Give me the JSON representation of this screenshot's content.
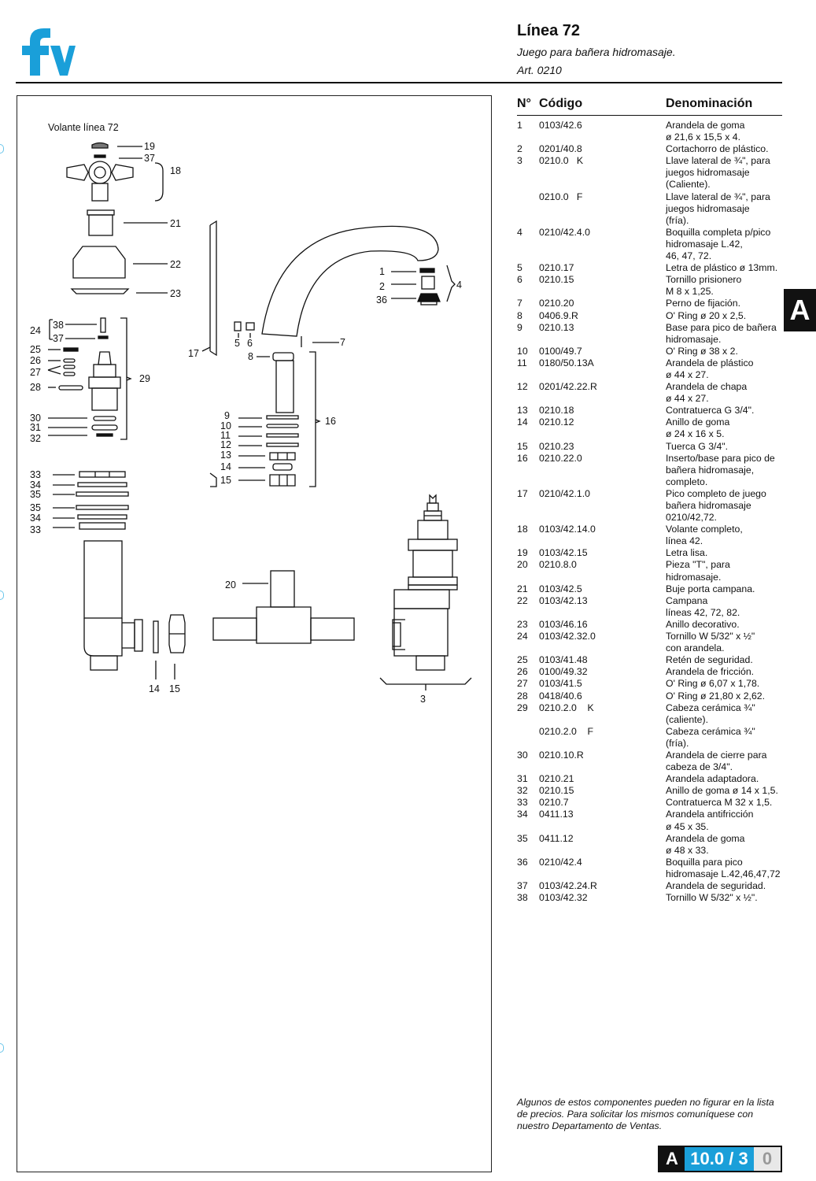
{
  "header": {
    "title": "Línea 72",
    "subtitle": "Juego para bañera hidromasaje.",
    "article": "Art. 0210"
  },
  "brand": {
    "logo_text": "fv",
    "color": "#1a9fd9"
  },
  "diagram": {
    "label": "Volante línea 72",
    "callouts": [
      "19",
      "37",
      "18",
      "21",
      "22",
      "23",
      "24",
      "38",
      "37",
      "25",
      "26",
      "27",
      "28",
      "29",
      "30",
      "31",
      "32",
      "33",
      "34",
      "35",
      "35",
      "34",
      "33",
      "17",
      "5",
      "6",
      "8",
      "1",
      "2",
      "36",
      "4",
      "7",
      "9",
      "10",
      "11",
      "12",
      "13",
      "14",
      "15",
      "16",
      "20",
      "14",
      "15",
      "3"
    ]
  },
  "table": {
    "headers": [
      "N°",
      "Código",
      "Denominación"
    ],
    "rows": [
      {
        "n": "1",
        "code": "0103/42.6",
        "desc": [
          "Arandela de goma",
          "ø 21,6 x 15,5 x 4."
        ]
      },
      {
        "n": "2",
        "code": "0201/40.8",
        "desc": [
          "Cortachorro de plástico."
        ]
      },
      {
        "n": "3",
        "code": "0210.0   K",
        "desc": [
          "Llave lateral de ¾\", para",
          "juegos hidromasaje",
          "(Caliente)."
        ]
      },
      {
        "n": "",
        "code": "0210.0   F",
        "desc": [
          "Llave lateral de ¾\", para",
          "juegos hidromasaje",
          "(fría)."
        ]
      },
      {
        "n": "4",
        "code": "0210/42.4.0",
        "desc": [
          "Boquilla completa p/pico",
          "hidromasaje L.42,",
          "46, 47, 72."
        ]
      },
      {
        "n": "5",
        "code": "0210.17",
        "desc": [
          "Letra de plástico ø 13mm."
        ]
      },
      {
        "n": "6",
        "code": "0210.15",
        "desc": [
          "Tornillo prisionero",
          "M 8 x 1,25."
        ]
      },
      {
        "n": "7",
        "code": "0210.20",
        "desc": [
          "Perno de fijación."
        ]
      },
      {
        "n": "8",
        "code": "0406.9.R",
        "desc": [
          "O' Ring ø 20 x 2,5."
        ]
      },
      {
        "n": "9",
        "code": "0210.13",
        "desc": [
          "Base para pico de bañera",
          "hidromasaje."
        ]
      },
      {
        "n": "10",
        "code": "0100/49.7",
        "desc": [
          "O' Ring ø 38 x 2."
        ]
      },
      {
        "n": "11",
        "code": "0180/50.13A",
        "desc": [
          "Arandela de plástico",
          "ø 44 x 27."
        ]
      },
      {
        "n": "12",
        "code": "0201/42.22.R",
        "desc": [
          "Arandela de chapa",
          "ø 44 x 27."
        ]
      },
      {
        "n": "13",
        "code": "0210.18",
        "desc": [
          "Contratuerca G 3/4\"."
        ]
      },
      {
        "n": "14",
        "code": "0210.12",
        "desc": [
          "Anillo de goma",
          "ø 24 x 16 x 5."
        ]
      },
      {
        "n": "15",
        "code": "0210.23",
        "desc": [
          "Tuerca G 3/4\"."
        ]
      },
      {
        "n": "16",
        "code": "0210.22.0",
        "desc": [
          "Inserto/base para pico de",
          "bañera hidromasaje,",
          "completo."
        ]
      },
      {
        "n": "17",
        "code": "0210/42.1.0",
        "desc": [
          "Pico completo de juego",
          "bañera hidromasaje",
          "0210/42,72."
        ]
      },
      {
        "n": "18",
        "code": "0103/42.14.0",
        "desc": [
          "Volante completo,",
          "línea 42."
        ]
      },
      {
        "n": "19",
        "code": "0103/42.15",
        "desc": [
          "Letra lisa."
        ]
      },
      {
        "n": "20",
        "code": "0210.8.0",
        "desc": [
          "Pieza \"T\", para",
          "hidromasaje."
        ]
      },
      {
        "n": "21",
        "code": "0103/42.5",
        "desc": [
          "Buje porta campana."
        ]
      },
      {
        "n": "22",
        "code": "0103/42.13",
        "desc": [
          "Campana",
          "líneas 42, 72, 82."
        ]
      },
      {
        "n": "23",
        "code": "0103/46.16",
        "desc": [
          "Anillo decorativo."
        ]
      },
      {
        "n": "24",
        "code": "0103/42.32.0",
        "desc": [
          "Tornillo W 5/32\" x ½\"",
          "con arandela."
        ]
      },
      {
        "n": "25",
        "code": "0103/41.48",
        "desc": [
          "Retén de seguridad."
        ]
      },
      {
        "n": "26",
        "code": "0100/49.32",
        "desc": [
          "Arandela de fricción."
        ]
      },
      {
        "n": "27",
        "code": "0103/41.5",
        "desc": [
          "O' Ring ø 6,07 x 1,78."
        ]
      },
      {
        "n": "28",
        "code": "0418/40.6",
        "desc": [
          "O' Ring ø 21,80 x 2,62."
        ]
      },
      {
        "n": "29",
        "code": "0210.2.0    K",
        "desc": [
          "Cabeza cerámica ¾\"",
          "(caliente)."
        ]
      },
      {
        "n": "",
        "code": "0210.2.0    F",
        "desc": [
          "Cabeza cerámica ¾\"",
          "(fría)."
        ]
      },
      {
        "n": "30",
        "code": "0210.10.R",
        "desc": [
          "Arandela de cierre para",
          "cabeza de 3/4\"."
        ]
      },
      {
        "n": "31",
        "code": "0210.21",
        "desc": [
          "Arandela adaptadora."
        ]
      },
      {
        "n": "32",
        "code": "0210.15",
        "desc": [
          "Anillo de goma ø 14 x 1,5."
        ]
      },
      {
        "n": "33",
        "code": "0210.7",
        "desc": [
          "Contratuerca M 32 x 1,5."
        ]
      },
      {
        "n": "34",
        "code": "0411.13",
        "desc": [
          "Arandela antifricción",
          "ø 45 x 35."
        ]
      },
      {
        "n": "35",
        "code": "0411.12",
        "desc": [
          "Arandela de goma",
          "ø 48 x 33."
        ]
      },
      {
        "n": "36",
        "code": "0210/42.4",
        "desc": [
          "Boquilla para pico",
          "hidromasaje L.42,46,47,72"
        ]
      },
      {
        "n": "37",
        "code": "0103/42.24.R",
        "desc": [
          "Arandela de seguridad."
        ]
      },
      {
        "n": "38",
        "code": "0103/42.32",
        "desc": [
          "Tornillo W 5/32\" x ½\"."
        ]
      }
    ]
  },
  "side_tab": "A",
  "note": "Algunos de estos componentes pueden no figurar en la lista de precios. Para solicitar los mismos comuníquese con nuestro Departamento de Ventas.",
  "footer": {
    "section": "A",
    "page": "10.0 / 3",
    "revision": "0"
  }
}
